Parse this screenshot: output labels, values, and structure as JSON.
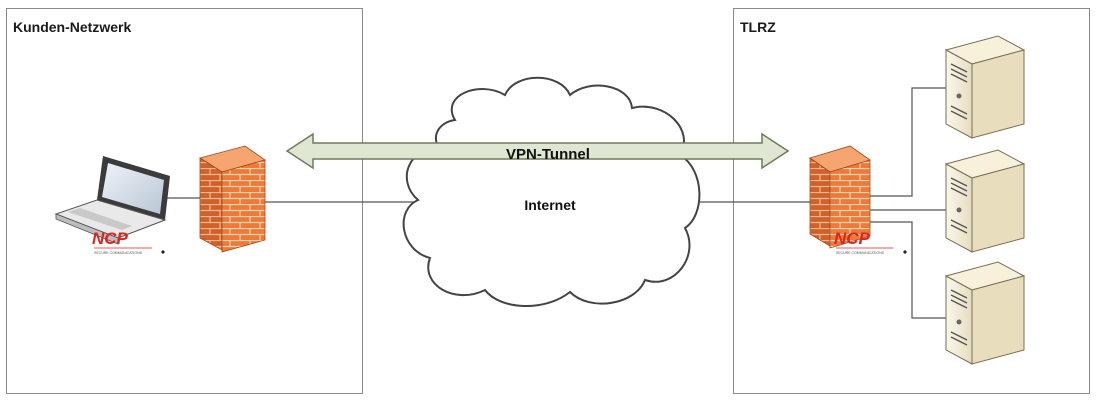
{
  "zones": {
    "left": {
      "title": "Kunden-Netzwerk"
    },
    "right": {
      "title": "TLRZ"
    }
  },
  "cloud": {
    "label": "Internet"
  },
  "tunnel": {
    "label": "VPN-Tunnel"
  },
  "logos": {
    "ncp_text": "NCP",
    "ncp_tagline": "SECURE COMMUNICATIONS"
  },
  "icons": {
    "laptop": "laptop-icon",
    "firewall": "firewall-icon",
    "server": "server-icon",
    "cloud": "cloud-icon",
    "arrow": "double-arrow-icon"
  },
  "colors": {
    "tunnel_fill": "#dfe6d2",
    "tunnel_stroke": "#6d7b5a",
    "firewall_brick": "#ee7a3a",
    "firewall_mortar": "#ffd2b0",
    "ncp_red": "#e2231a",
    "server_body": "#f2ecd8",
    "line": "#555555"
  }
}
